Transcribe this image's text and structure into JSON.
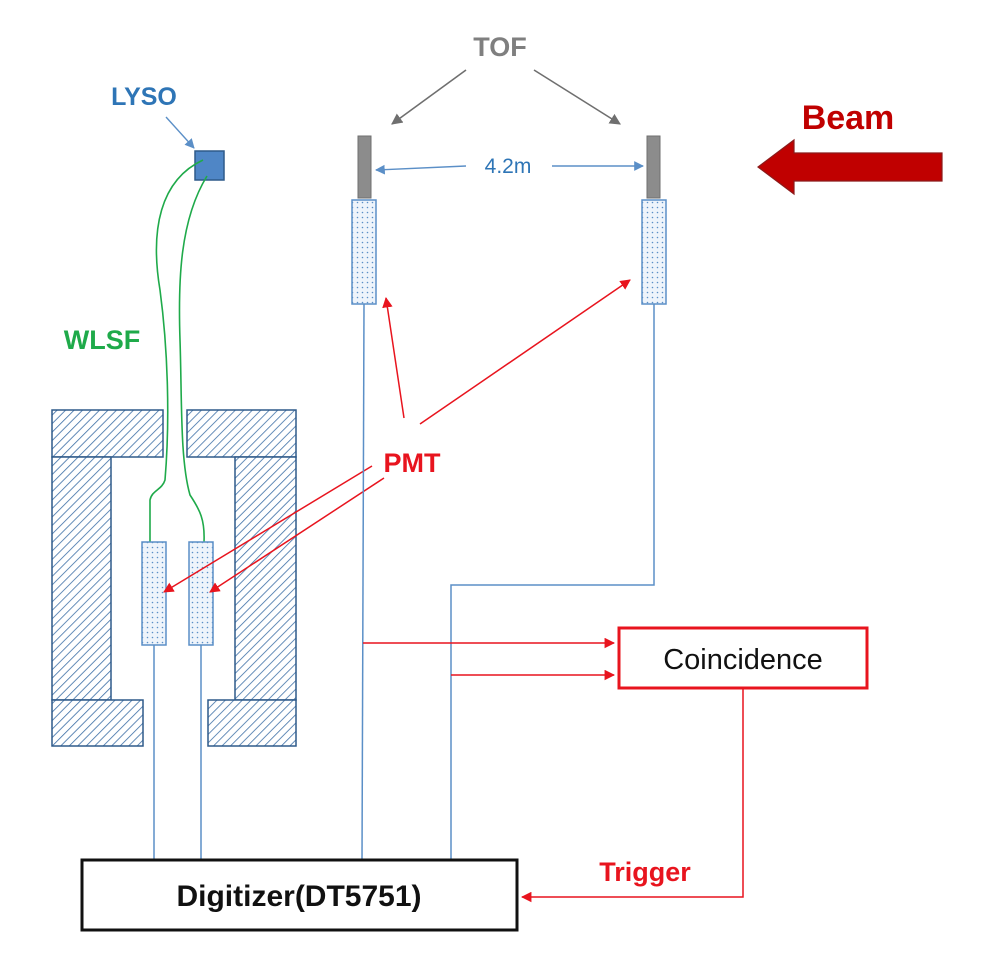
{
  "labels": {
    "tof": "TOF",
    "lyso": "LYSO",
    "beam": "Beam",
    "distance": "4.2m",
    "wlsf": "WLSF",
    "pmt": "PMT",
    "coincidence": "Coincidence",
    "trigger": "Trigger",
    "digitizer": "Digitizer(DT5751)"
  },
  "colors": {
    "tof": "#7f7f7f",
    "lyso": "#2e75b6",
    "beam": "#c00000",
    "wlsf": "#1faa4a",
    "pmt": "#e8141e",
    "signal": "#5b8fc7",
    "shield": "#2f5a8a",
    "scint": "#7a7a7a"
  }
}
